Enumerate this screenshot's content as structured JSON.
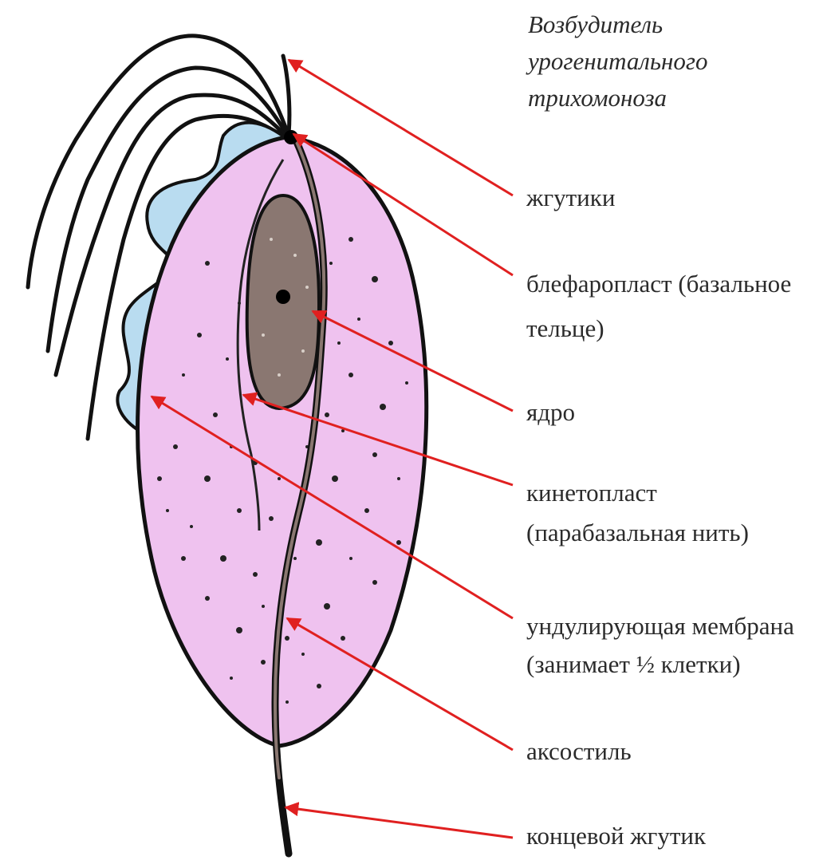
{
  "title": {
    "line1": "Возбудитель",
    "line2": "урогенитального",
    "line3": "трихомоноза"
  },
  "labels": {
    "flagella": "жгутики",
    "blepharoplast_line1": "блефаропласт (базальное",
    "blepharoplast_line2": "тельце)",
    "nucleus": "ядро",
    "kinetoplast_line1": "кинетопласт",
    "kinetoplast_line2": "(парабазальная нить)",
    "membrane_line1": "ундулирующая мембрана",
    "membrane_line2": "(занимает ½ клетки)",
    "axostyle": "аксостиль",
    "terminal_flagellum": "концевой жгутик"
  },
  "colors": {
    "body_fill": "#efc2ef",
    "membrane_fill": "#b9dcf0",
    "nucleus_fill": "#8a7771",
    "pointer": "#e02020",
    "outline": "#111111"
  }
}
